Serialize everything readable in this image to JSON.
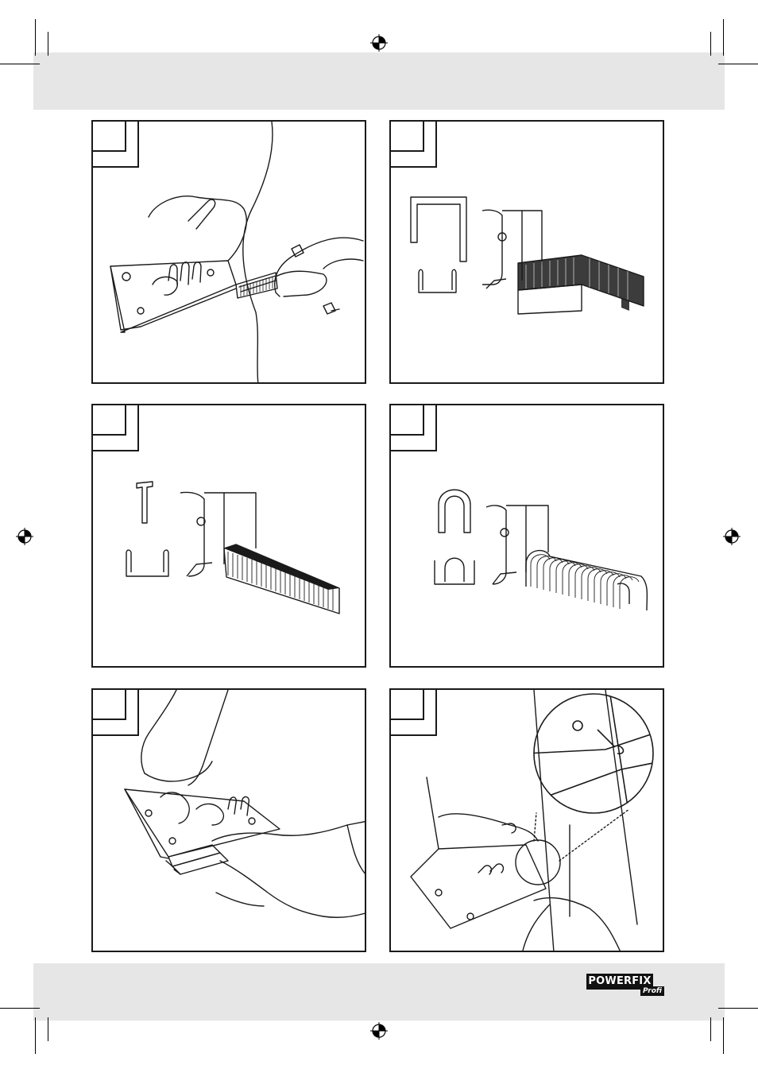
{
  "logo": {
    "brand": "POWERFIX",
    "line": "Profi"
  },
  "panels": [
    {
      "id": "panel-1",
      "icon": "hand-loading-staples-illustration"
    },
    {
      "id": "panel-2",
      "icon": "flat-staple-magazine-illustration"
    },
    {
      "id": "panel-3",
      "icon": "brad-nail-magazine-illustration"
    },
    {
      "id": "panel-4",
      "icon": "round-staple-magazine-illustration"
    },
    {
      "id": "panel-5",
      "icon": "hand-removing-magazine-illustration"
    },
    {
      "id": "panel-6",
      "icon": "depth-adjustment-zoom-illustration"
    }
  ]
}
